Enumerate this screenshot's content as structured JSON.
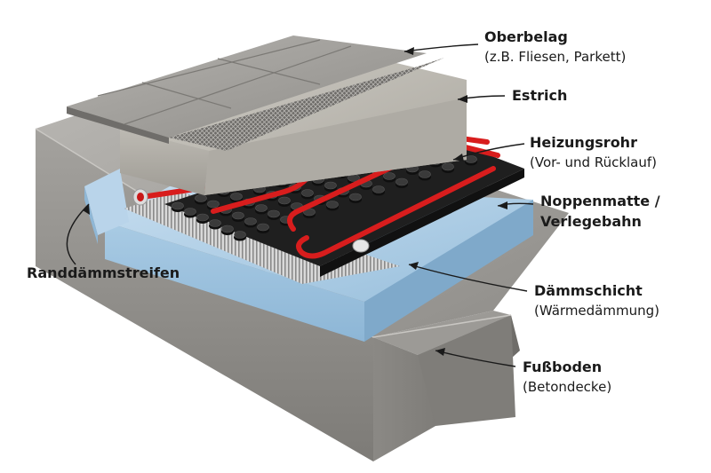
{
  "labels": [
    {
      "title": "Oberbelag",
      "subtitle": "(z.B. Fliesen, Parkett)"
    },
    {
      "title": "Estrich",
      "subtitle": ""
    },
    {
      "title": "Heizungsrohr",
      "subtitle": "(Vor- und Rücklauf)"
    },
    {
      "title": "Noppenmatte /",
      "subtitle": "Verlegebahn"
    },
    {
      "title": "Dämmschicht",
      "subtitle": "(Wärmedämmung)"
    },
    {
      "title": "Fußboden",
      "subtitle": "(Betondecke)"
    },
    {
      "title": "Randdämmstreifen",
      "subtitle": ""
    }
  ],
  "colors": {
    "concrete": "#a9a7a3",
    "insulation": "#a9cbe4",
    "mat": "#222222",
    "pipe": "#d81d1d",
    "screed": "#bfbcb5",
    "tiles": "#9f9d99"
  }
}
